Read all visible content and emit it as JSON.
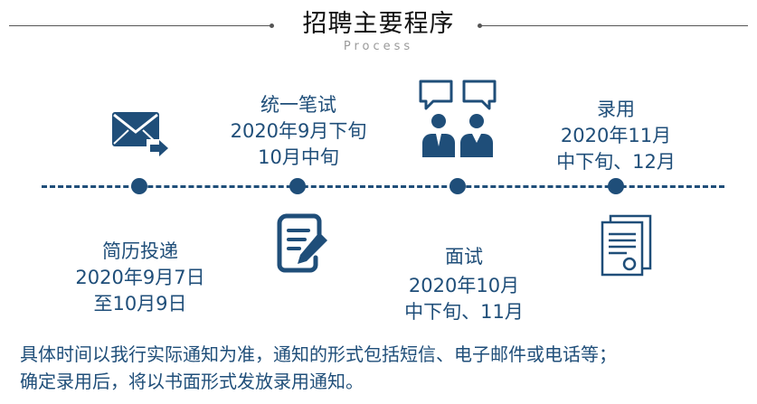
{
  "header": {
    "title": "招聘主要程序",
    "subtitle": "Process"
  },
  "steps": [
    {
      "name": "简历投递",
      "line1": "2020年9月7日",
      "line2": "至10月9日",
      "icon": "mail-send-icon",
      "position": "below"
    },
    {
      "name": "统一笔试",
      "line1": "2020年9月下旬",
      "line2": "10月中旬",
      "icon": "document-pen-icon",
      "position": "above"
    },
    {
      "name": "面试",
      "line1": "2020年10月",
      "line2": "中下旬、11月",
      "icon": "people-chat-icon",
      "position": "below"
    },
    {
      "name": "录用",
      "line1": "2020年11月",
      "line2": "中下旬、12月",
      "icon": "certificate-icon",
      "position": "above"
    }
  ],
  "footer": {
    "line1": "具体时间以我行实际通知为准，通知的形式包括短信、电子邮件或电话等；",
    "line2": "确定录用后，将以书面形式发放录用通知。"
  },
  "colors": {
    "primary": "#1f4e79",
    "title": "#111111",
    "subtitle": "#9a9a9a"
  }
}
